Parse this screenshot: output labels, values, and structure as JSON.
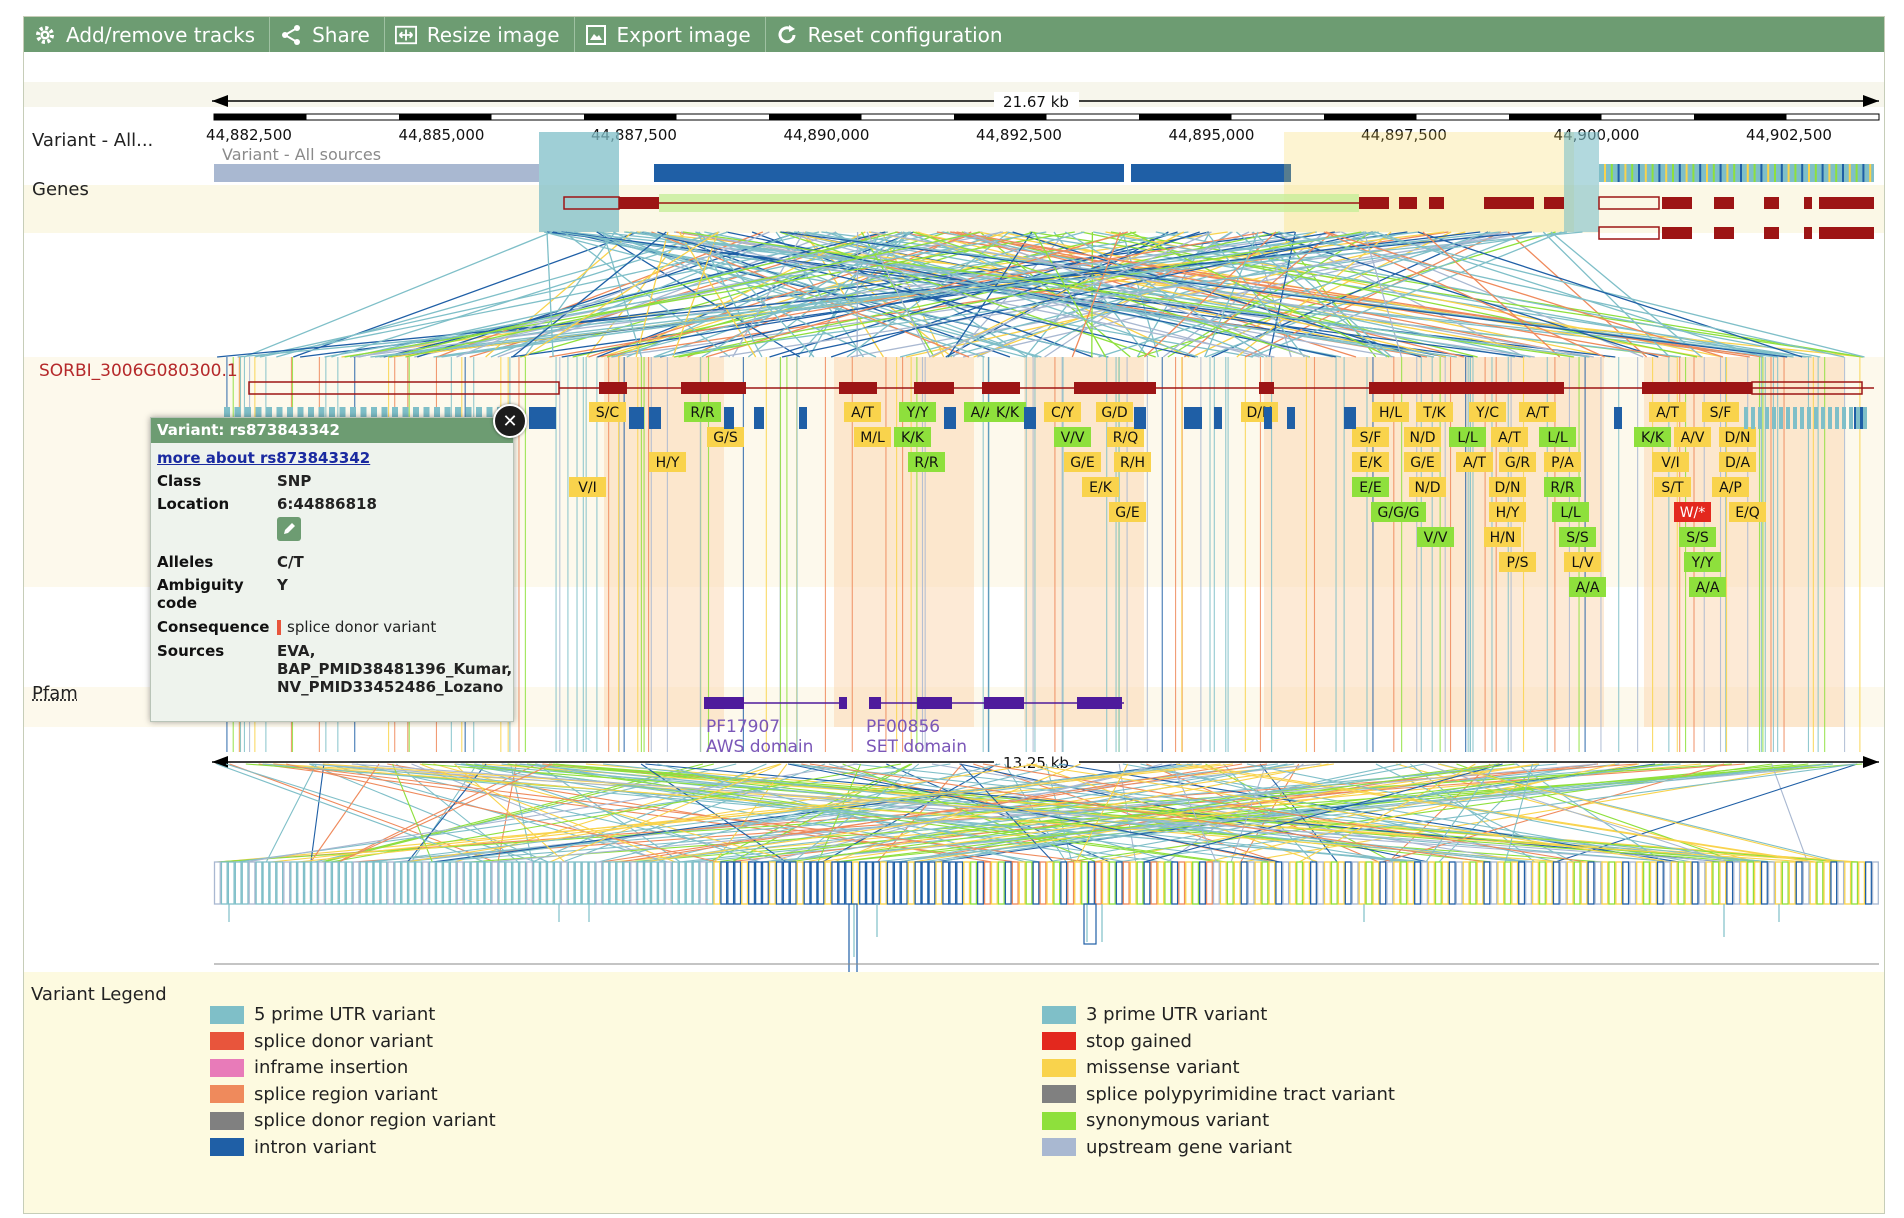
{
  "toolbar": {
    "buttons": [
      {
        "label": "Add/remove tracks",
        "icon": "gear-icon"
      },
      {
        "label": "Share",
        "icon": "share-icon"
      },
      {
        "label": "Resize image",
        "icon": "resize-icon"
      },
      {
        "label": "Export image",
        "icon": "export-icon"
      },
      {
        "label": "Reset configuration",
        "icon": "reset-icon"
      }
    ]
  },
  "ruler": {
    "span_top": "21.67 kb",
    "span_bottom": "13.25 kb",
    "ticks": [
      "44,882,500",
      "44,885,000",
      "44,887,500",
      "44,890,000",
      "44,892,500",
      "44,895,000",
      "44,897,500",
      "44,900,000",
      "44,902,500"
    ]
  },
  "tracks": {
    "variant_label": "Variant - All...",
    "variant_caption": "Variant - All sources",
    "genes_label": "Genes",
    "transcript_label": "SORBI_3006G080300.1",
    "pfam_label": "Pfam",
    "pfam_domains": [
      {
        "id": "PF17907",
        "name": "AWS domain"
      },
      {
        "id": "PF00856",
        "name": "SET domain"
      }
    ]
  },
  "aa_changes": [
    {
      "t": "S/C",
      "c": "y"
    },
    {
      "t": "R/R",
      "c": "g"
    },
    {
      "t": "G/S",
      "c": "y"
    },
    {
      "t": "H/Y",
      "c": "y"
    },
    {
      "t": "V/I",
      "c": "y"
    },
    {
      "t": "A/T",
      "c": "y"
    },
    {
      "t": "Y/Y",
      "c": "g"
    },
    {
      "t": "M/L",
      "c": "y"
    },
    {
      "t": "K/K",
      "c": "g"
    },
    {
      "t": "R/R",
      "c": "g"
    },
    {
      "t": "A/A",
      "c": "g"
    },
    {
      "t": "K/K",
      "c": "g"
    },
    {
      "t": "C/Y",
      "c": "y"
    },
    {
      "t": "G/D",
      "c": "y"
    },
    {
      "t": "V/V",
      "c": "g"
    },
    {
      "t": "R/Q",
      "c": "y"
    },
    {
      "t": "G/E",
      "c": "y"
    },
    {
      "t": "R/H",
      "c": "y"
    },
    {
      "t": "E/K",
      "c": "y"
    },
    {
      "t": "G/E",
      "c": "y"
    },
    {
      "t": "D/N",
      "c": "y"
    },
    {
      "t": "H/L",
      "c": "y"
    },
    {
      "t": "T/K",
      "c": "y"
    },
    {
      "t": "Y/C",
      "c": "y"
    },
    {
      "t": "A/T",
      "c": "y"
    },
    {
      "t": "S/F",
      "c": "y"
    },
    {
      "t": "N/D",
      "c": "y"
    },
    {
      "t": "L/L",
      "c": "g"
    },
    {
      "t": "A/T",
      "c": "y"
    },
    {
      "t": "L/L",
      "c": "g"
    },
    {
      "t": "E/K",
      "c": "y"
    },
    {
      "t": "G/E",
      "c": "y"
    },
    {
      "t": "A/T",
      "c": "y"
    },
    {
      "t": "G/R",
      "c": "y"
    },
    {
      "t": "P/A",
      "c": "y"
    },
    {
      "t": "E/E",
      "c": "g"
    },
    {
      "t": "N/D",
      "c": "y"
    },
    {
      "t": "D/N",
      "c": "y"
    },
    {
      "t": "R/R",
      "c": "g"
    },
    {
      "t": "G/G/G",
      "c": "g"
    },
    {
      "t": "H/Y",
      "c": "y"
    },
    {
      "t": "L/L",
      "c": "g"
    },
    {
      "t": "V/V",
      "c": "g"
    },
    {
      "t": "H/N",
      "c": "y"
    },
    {
      "t": "S/S",
      "c": "g"
    },
    {
      "t": "P/S",
      "c": "y"
    },
    {
      "t": "L/V",
      "c": "y"
    },
    {
      "t": "A/A",
      "c": "g"
    },
    {
      "t": "A/T",
      "c": "y"
    },
    {
      "t": "S/F",
      "c": "y"
    },
    {
      "t": "K/K",
      "c": "g"
    },
    {
      "t": "A/V",
      "c": "y"
    },
    {
      "t": "D/N",
      "c": "y"
    },
    {
      "t": "V/I",
      "c": "y"
    },
    {
      "t": "D/A",
      "c": "y"
    },
    {
      "t": "S/T",
      "c": "y"
    },
    {
      "t": "A/P",
      "c": "y"
    },
    {
      "t": "W/*",
      "c": "r"
    },
    {
      "t": "E/Q",
      "c": "y"
    },
    {
      "t": "S/S",
      "c": "g"
    },
    {
      "t": "Y/Y",
      "c": "g"
    },
    {
      "t": "A/A",
      "c": "g"
    }
  ],
  "popup": {
    "title": "Variant: rs873843342",
    "link": "more about rs873843342",
    "class_label": "Class",
    "class_value": "SNP",
    "location_label": "Location",
    "location_value": "6:44886818",
    "alleles_label": "Alleles",
    "alleles_value": "C/T",
    "ambiguity_label": "Ambiguity code",
    "ambiguity_value": "Y",
    "consequence_label": "Consequence",
    "consequence_value": "splice donor variant",
    "sources_label": "Sources",
    "sources_value": "EVA, BAP_PMID38481396_Kumar, NV_PMID33452486_Lozano"
  },
  "legend": {
    "title": "Variant Legend",
    "left": [
      {
        "label": "5 prime UTR variant",
        "color": "#7fbfc8"
      },
      {
        "label": "splice donor variant",
        "color": "#e8553c"
      },
      {
        "label": "inframe insertion",
        "color": "#e87bb9"
      },
      {
        "label": "splice region variant",
        "color": "#ef8a5c"
      },
      {
        "label": "splice donor region variant",
        "color": "#808080"
      },
      {
        "label": "intron variant",
        "color": "#1f5fa6"
      }
    ],
    "right": [
      {
        "label": "3 prime UTR variant",
        "color": "#7fbfc8"
      },
      {
        "label": "stop gained",
        "color": "#e3281e"
      },
      {
        "label": "missense variant",
        "color": "#f9d34c"
      },
      {
        "label": "splice polypyrimidine tract variant",
        "color": "#808080"
      },
      {
        "label": "synonymous variant",
        "color": "#8ee03c"
      },
      {
        "label": "upstream gene variant",
        "color": "#a9b8d1"
      }
    ]
  }
}
